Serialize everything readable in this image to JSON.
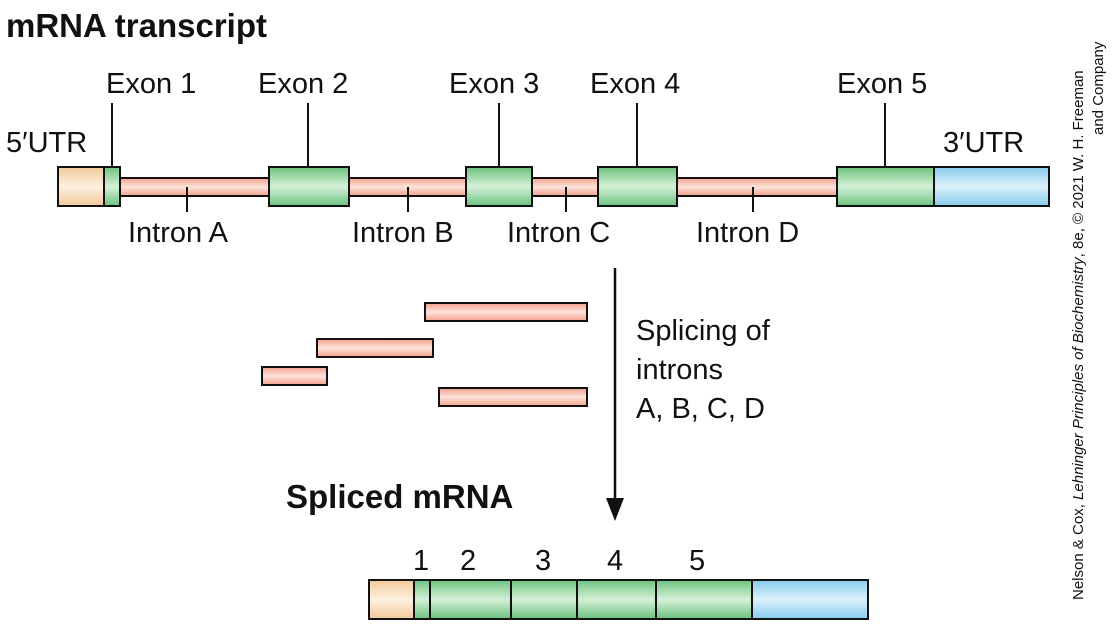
{
  "titles": {
    "transcript": "mRNA transcript",
    "spliced": "Spliced mRNA"
  },
  "utr_labels": {
    "five": "5′UTR",
    "three": "3′UTR"
  },
  "exons": [
    "Exon 1",
    "Exon 2",
    "Exon 3",
    "Exon 4",
    "Exon 5"
  ],
  "introns": [
    "Intron A",
    "Intron B",
    "Intron C",
    "Intron D"
  ],
  "splicing_text": [
    "Splicing of",
    "introns",
    "A, B, C, D"
  ],
  "spliced_numbers": [
    "1",
    "2",
    "3",
    "4",
    "5"
  ],
  "credit": {
    "line1_pre": "Nelson & Cox, ",
    "line1_italic": "Lehninger Principles of Biochemistry",
    "line1_post": ", 8e, © 2021 W. H. Freeman",
    "line2": "and Company"
  },
  "colors": {
    "utr5": "#f7d9b4",
    "exon": "#8fd39a",
    "intron": "#f6b8a6",
    "utr3": "#a9dcf3"
  }
}
